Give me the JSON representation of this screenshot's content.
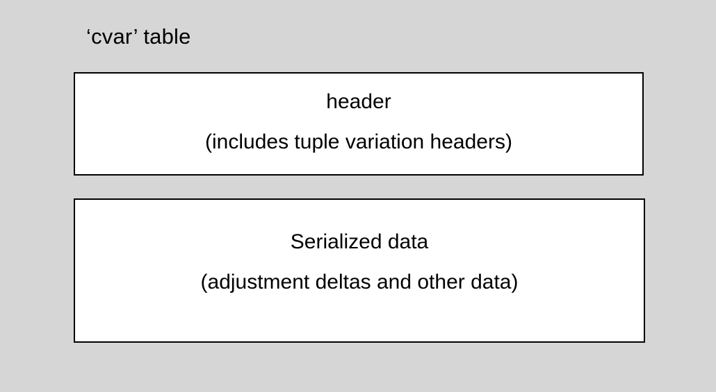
{
  "canvas": {
    "background_color": "#d6d6d6",
    "text_color": "#000000",
    "box_fill_color": "#ffffff",
    "box_border_color": "#000000"
  },
  "title": {
    "text": "‘cvar’ table"
  },
  "blocks": [
    {
      "id": "header-block",
      "name": "header-block",
      "line_1": "header",
      "line_2": "(includes tuple variation headers)"
    },
    {
      "id": "data-block",
      "name": "serialized-data-block",
      "line_1": "Serialized data",
      "line_2": "(adjustment deltas and other data)"
    }
  ]
}
